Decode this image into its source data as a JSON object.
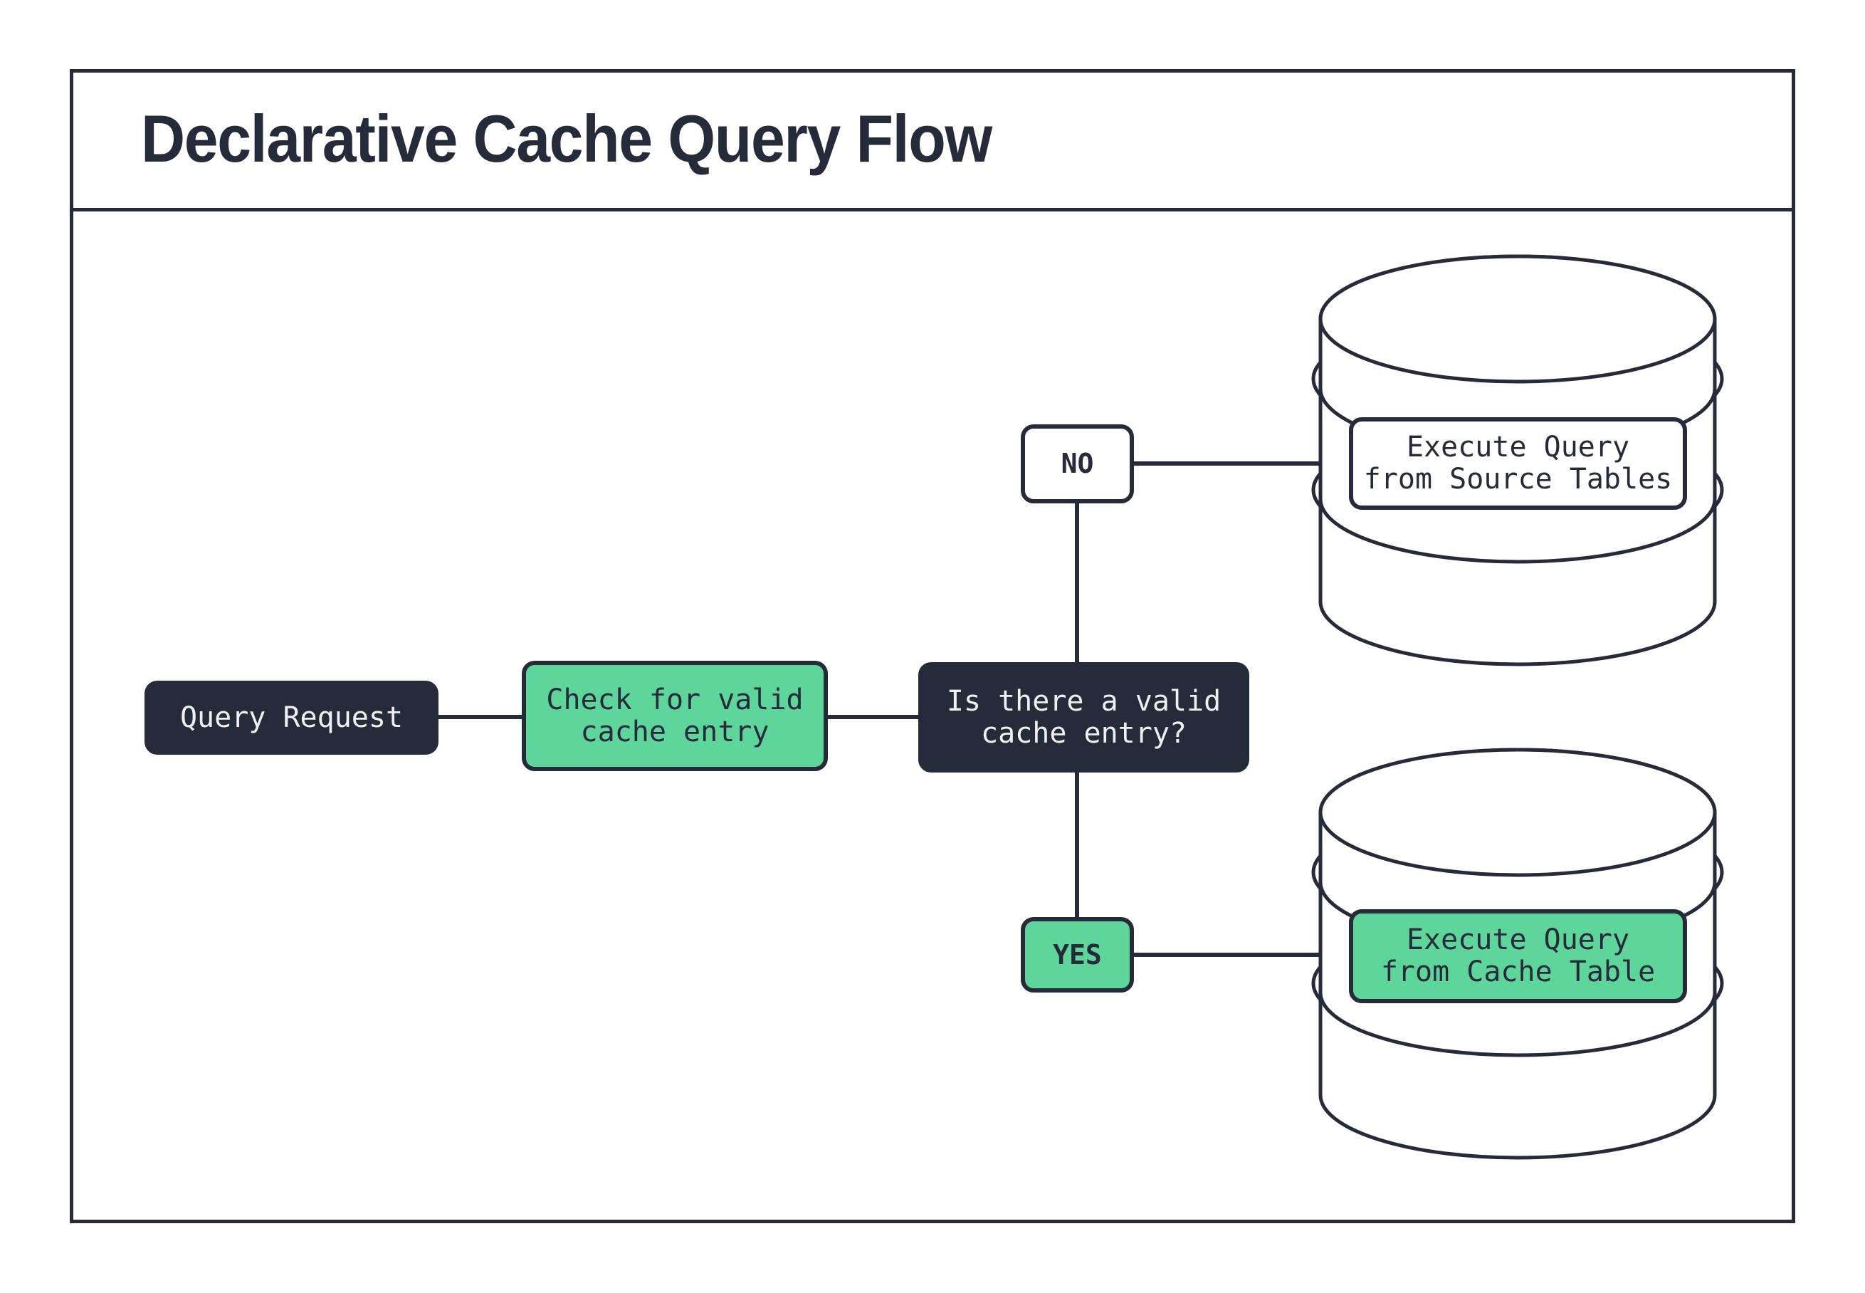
{
  "title": "Declarative Cache Query Flow",
  "colors": {
    "dark": "#262b3a",
    "green": "#5dd59b",
    "light": "#eef0f3",
    "bg": "#ffffff"
  },
  "nodes": {
    "query_request": {
      "label": "Query Request"
    },
    "check_cache": {
      "lines": [
        "Check for valid",
        "cache entry"
      ]
    },
    "decision": {
      "lines": [
        "Is there a valid",
        "cache entry?"
      ]
    },
    "branch_no": {
      "label": "NO"
    },
    "branch_yes": {
      "label": "YES"
    },
    "execute_source": {
      "lines": [
        "Execute Query",
        "from Source Tables"
      ]
    },
    "execute_cache": {
      "lines": [
        "Execute Query",
        "from Cache Table"
      ]
    }
  },
  "edges": [
    {
      "from": "query_request",
      "to": "check_cache"
    },
    {
      "from": "check_cache",
      "to": "decision"
    },
    {
      "from": "decision",
      "to": "branch_no"
    },
    {
      "from": "branch_no",
      "to": "execute_source"
    },
    {
      "from": "decision",
      "to": "branch_yes"
    },
    {
      "from": "branch_yes",
      "to": "execute_cache"
    }
  ]
}
